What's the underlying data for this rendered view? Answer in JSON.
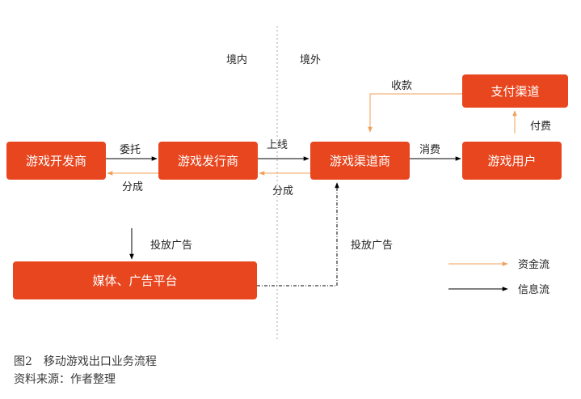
{
  "regions": {
    "domestic": "境内",
    "overseas": "境外"
  },
  "nodes": {
    "developer": "游戏开发商",
    "publisher": "游戏发行商",
    "channel": "游戏渠道商",
    "user": "游戏用户",
    "payment": "支付渠道",
    "media": "媒体、广告平台"
  },
  "edges": {
    "commission": "委托",
    "share_1": "分成",
    "launch": "上线",
    "share_2": "分成",
    "consume": "消费",
    "pay": "付费",
    "collect": "收款",
    "ad_1": "投放广告",
    "ad_2": "投放广告"
  },
  "legend": {
    "money_flow": "资金流",
    "info_flow": "信息流"
  },
  "colors": {
    "node_fill": "#e8461f",
    "money_flow": "#f0a05a",
    "info_flow": "#000000",
    "divider": "#aaaaaa"
  },
  "caption": {
    "title": "图2　移动游戏出口业务流程",
    "source": "资料来源：作者整理"
  }
}
